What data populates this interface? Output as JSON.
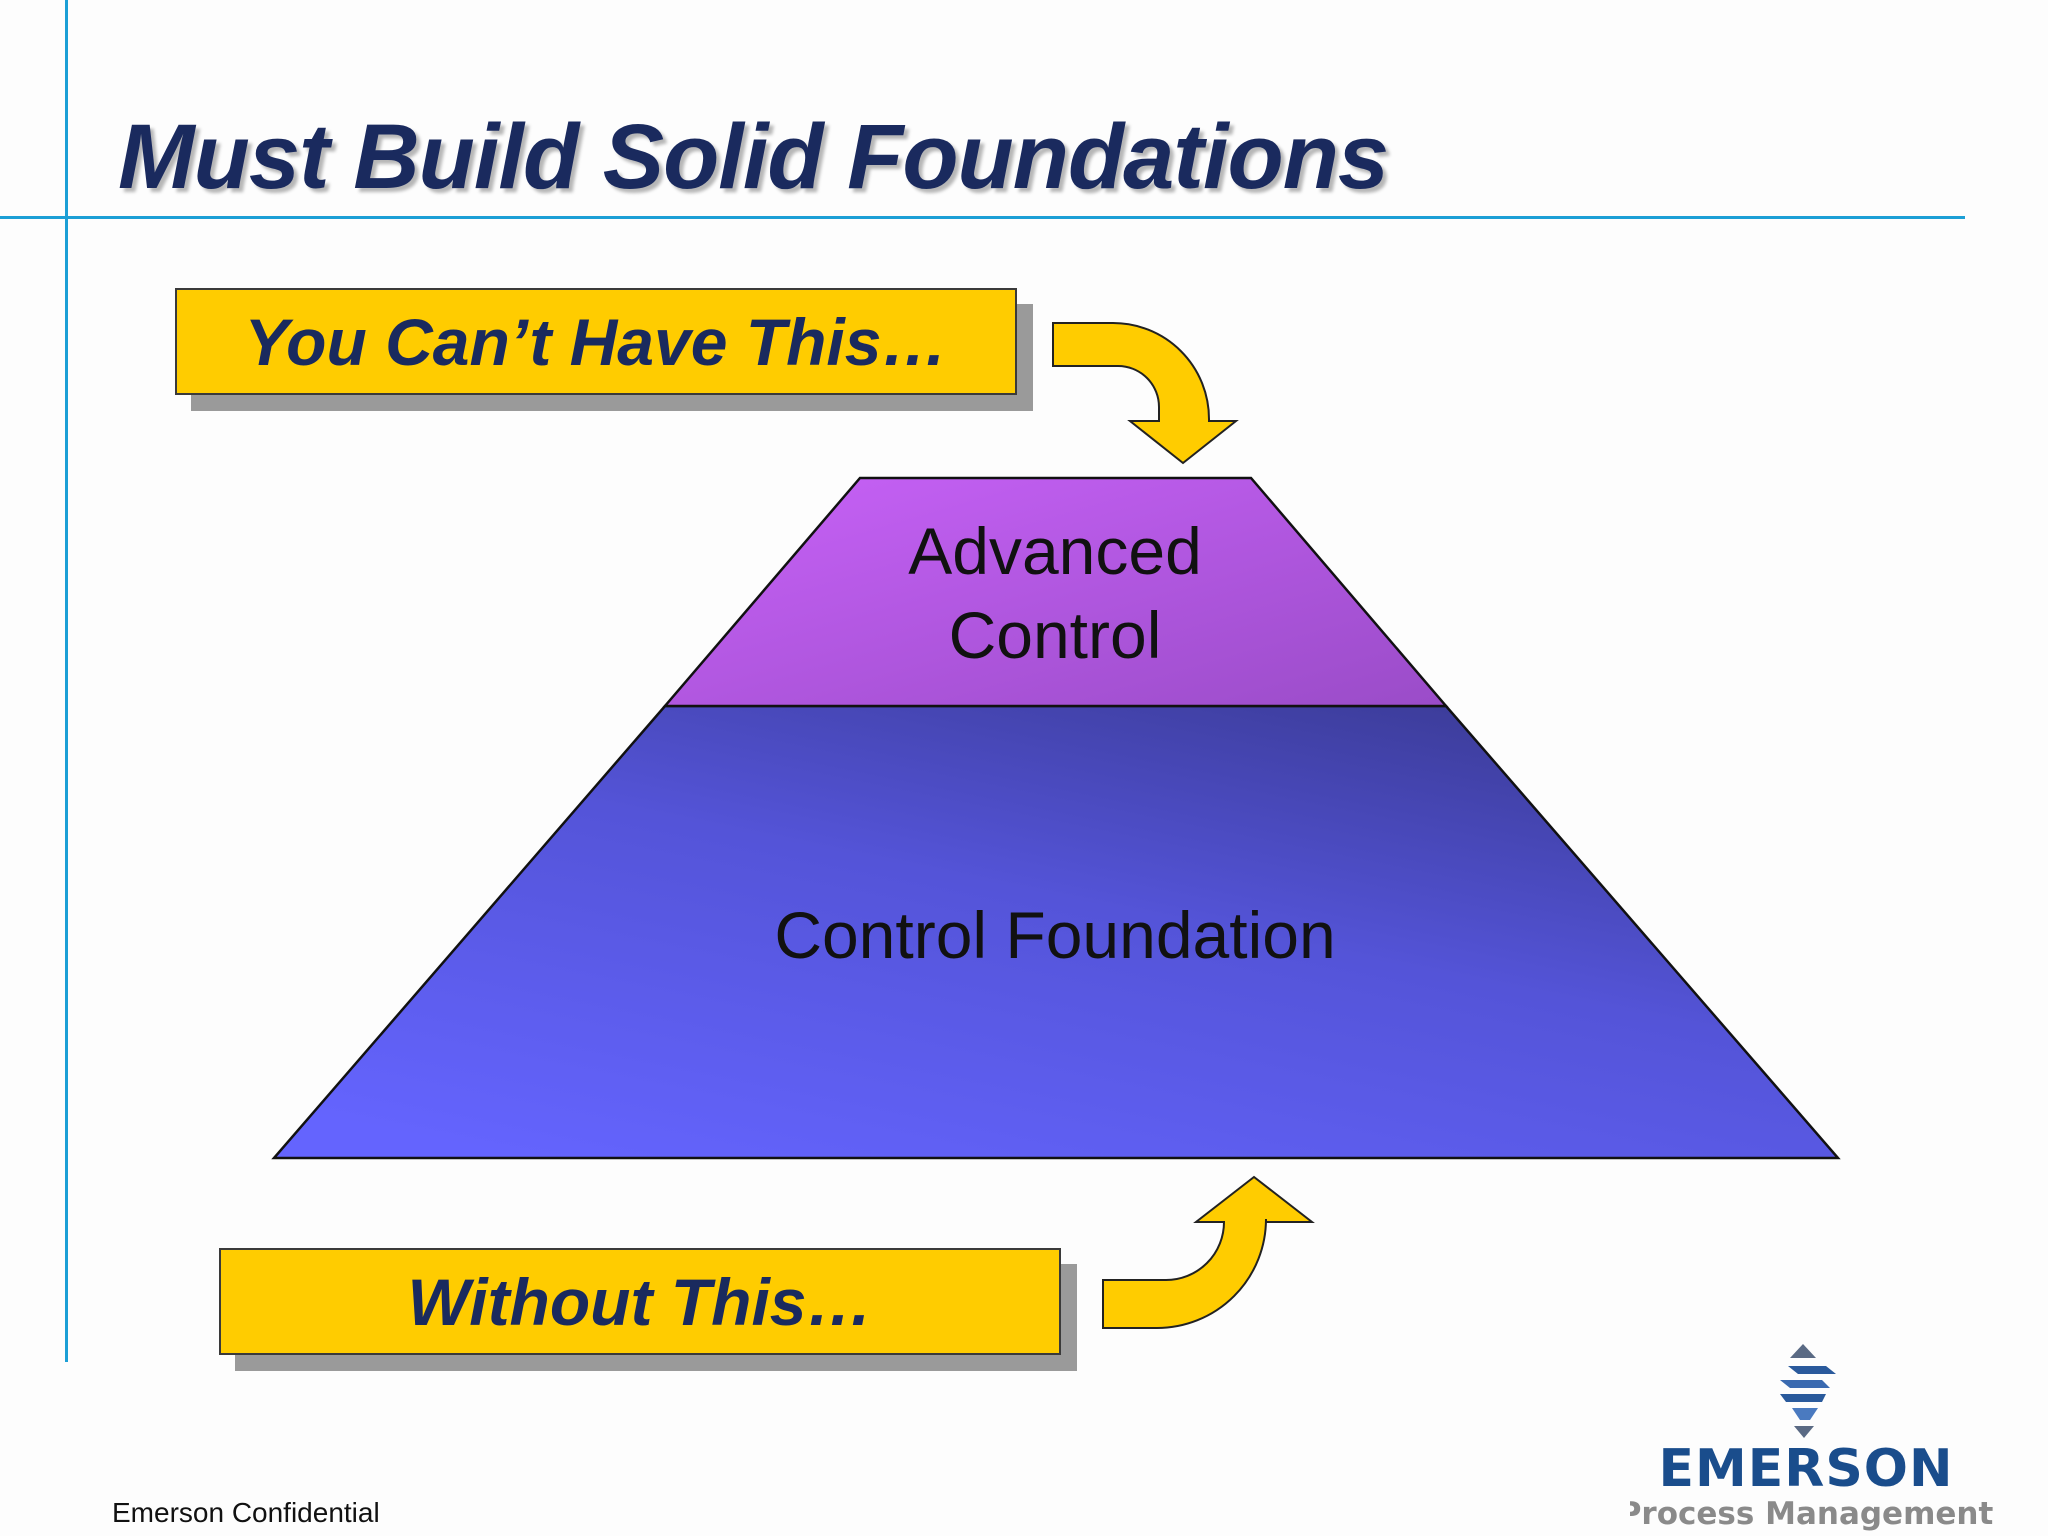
{
  "slide": {
    "title": "Must Build Solid Foundations",
    "callout_top": "You Can’t Have This…",
    "callout_bottom": "Without This…",
    "footer": "Emerson Confidential"
  },
  "pyramid": {
    "top_label_line1": "Advanced",
    "top_label_line2": "Control",
    "base_label": "Control Foundation"
  },
  "logo": {
    "brand": "EMERSON",
    "tagline": "Process Management"
  },
  "colors": {
    "accent_line": "#1c9fd6",
    "title_text": "#1a2a5e",
    "callout_fill": "#ffcc00",
    "top_tier_fill": "#b45ee8",
    "base_tier_fill": "#5a5ae6",
    "logo_blue": "#1a4d8c",
    "logo_gray": "#8a8a8a"
  }
}
